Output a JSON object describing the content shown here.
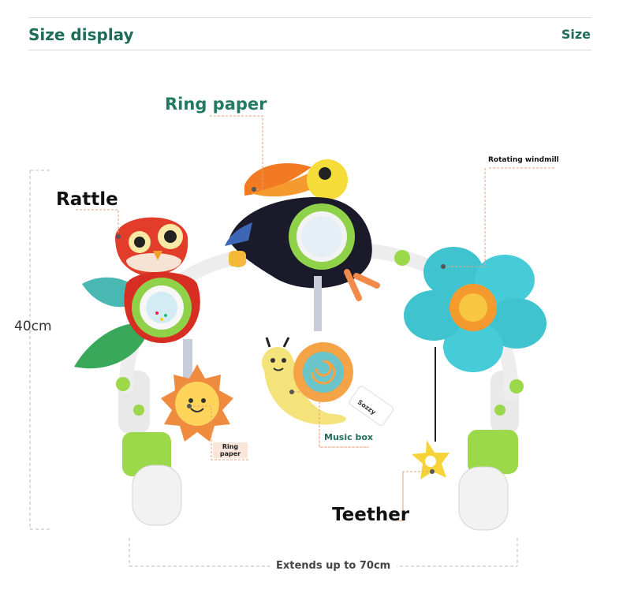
{
  "header": {
    "title": "Size display",
    "right_label": "Size"
  },
  "labels": {
    "ring_paper_top": "Ring paper",
    "rattle": "Rattle",
    "rotating_windmill": "Rotating windmill",
    "music_box": "Music box",
    "ring_paper_small": "Ring paper",
    "teether": "Teether",
    "brand": "Sozzy"
  },
  "dimensions": {
    "height": "40cm",
    "width": "Extends up to 70cm"
  },
  "colors": {
    "title_green": "#1e6b57",
    "dash_orange": "#e8a27a",
    "dim_grey": "#bdbdbd"
  }
}
